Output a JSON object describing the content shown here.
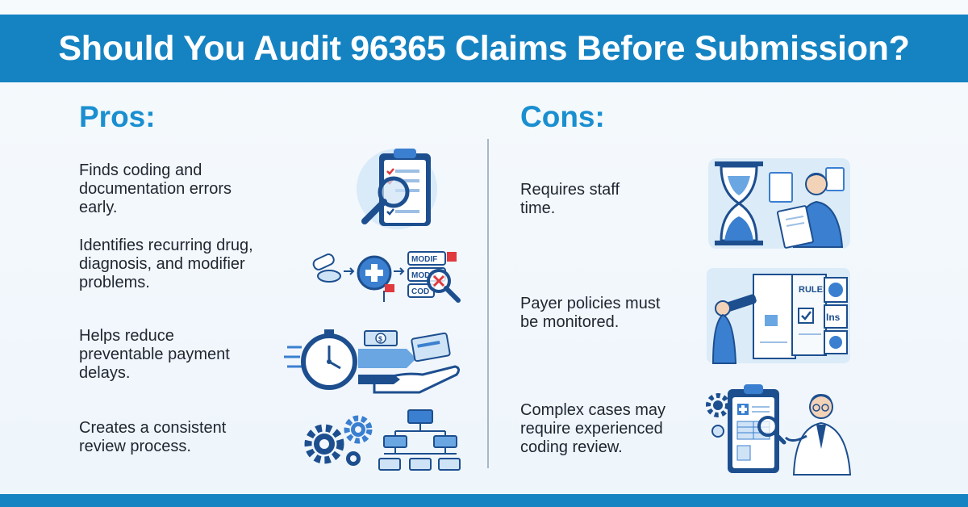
{
  "title": "Should You Audit 96365 Claims Before Submission?",
  "pros": {
    "heading": "Pros:",
    "items": [
      {
        "lines": [
          "Finds coding and",
          "documentation errors",
          "early."
        ],
        "icon": "clipboard-magnifier-icon"
      },
      {
        "lines": [
          "Identifies recurring drug,",
          "diagnosis, and modifier",
          "problems."
        ],
        "icon": "pill-medical-modifier-icon"
      },
      {
        "lines": [
          "Helps reduce",
          "preventable payment",
          "delays."
        ],
        "icon": "stopwatch-payment-icon"
      },
      {
        "lines": [
          "Creates a consistent",
          "review process."
        ],
        "icon": "gears-flowchart-icon"
      }
    ]
  },
  "cons": {
    "heading": "Cons:",
    "items": [
      {
        "lines": [
          "Requires staff",
          "time."
        ],
        "icon": "hourglass-worker-icon"
      },
      {
        "lines": [
          "Payer policies must",
          "be monitored."
        ],
        "icon": "telescope-rules-icon"
      },
      {
        "lines": [
          "Complex cases may",
          "require experienced",
          "coding review."
        ],
        "icon": "doctor-chart-review-icon"
      }
    ]
  },
  "illustration_labels": {
    "modif_1": "MODIF",
    "modif_2": "MODIF",
    "cod": "COD",
    "rules": "RULES",
    "ins": "Ins",
    "dollar": "$"
  },
  "colors": {
    "header": "#1583c2",
    "heading": "#1a8fd0",
    "text": "#1f2630",
    "background": "#f2f7fc",
    "icon_dark": "#1d4f8f",
    "icon_mid": "#3a7fd0",
    "icon_light": "#cfe3f6",
    "alert_red": "#e0393e"
  }
}
